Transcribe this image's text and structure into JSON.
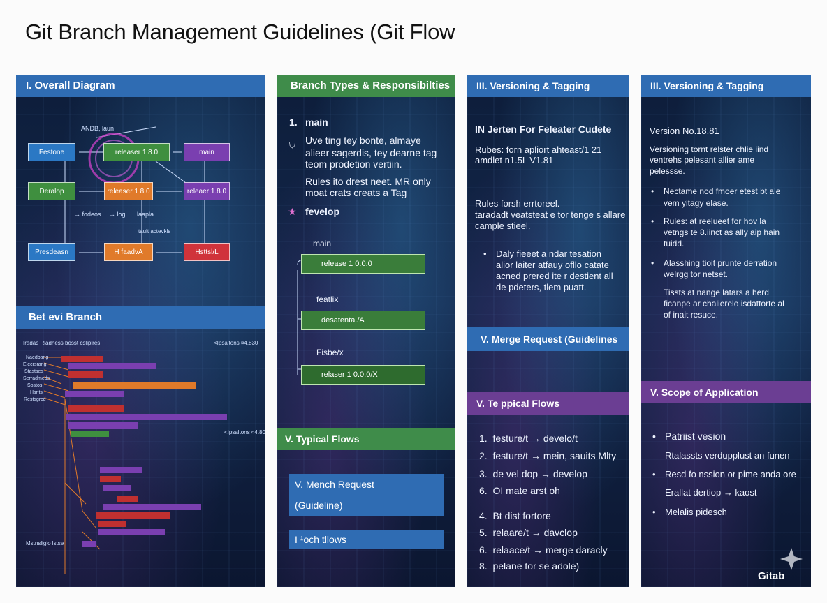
{
  "title": "Git Branch Management Guidelines (Git Flow",
  "panel1": {
    "header": "I. Overall Diagram",
    "diagram_top_label": "ANDB, laun",
    "nodes": [
      "Festone",
      "releaser 1 8.0",
      "main",
      "Deralop",
      "releaser 1 8.0",
      "releaer 1.8.0",
      "Presdeasn",
      "H faadvA",
      "Hsttsl/L"
    ],
    "side_labels": [
      "→ fodeos",
      "→ log",
      "laapla",
      "tault actevkls"
    ],
    "section2_header": "Bet evi Branch",
    "tree_left_top": "Iradas  Rladhess  bosst  csliplres",
    "tree_right_top": "<Ipsaltons  ¤4.830",
    "tree_right_mid": "<Ipsaltons  ¤4.80",
    "tree_labels": [
      "Naedbang",
      "Elecrsrang",
      "Stastses",
      "Serradmeds",
      "Sostos",
      "Hsrits",
      "Restsgrcd"
    ],
    "tree_bottom": "Mstnsliglo lstse"
  },
  "panel2": {
    "header": "Branch Types & Responsibilties",
    "num1": "1.",
    "main_title": "main",
    "main_desc": [
      "Uve ting tey bonte, almaye",
      "alieer sagerdis, tey dearne tag",
      "teom prodetion vertiin."
    ],
    "rules": [
      "Rules ito drest neet. MR only",
      "moat crats creats a Tag"
    ],
    "develop_title": "fevelop",
    "main_label": "main",
    "box1": "release 1 0.0.0",
    "fix_label": "featlix",
    "box2": "desatenta./A",
    "fisbl_label": "Fisbe/x",
    "box3": "relaser 1 0.0.0/X",
    "section5_header": "V. Typical Flows",
    "bar1": "V. Mench Request",
    "bar2": "(Guideline)",
    "bar3": "I ¹och tllows"
  },
  "panel3": {
    "header": "III. Versioning & Tagging",
    "sub_title": "IN Jerten For Feleater Cudete",
    "rules_line1": "Rubes: forn apliort ahteast/1 21",
    "rules_line2": "amdlet n1.5L V1.81",
    "rules_block": [
      "Rules forsh errtoreel.",
      "taradadt veatsteat e tor tenge s allare",
      "cample stieel."
    ],
    "bullet_block": [
      "Daly fieeet a ndar tesation",
      "alior laiter atfauy ofllo catate",
      "acned prered ite r destient all",
      "de pdeters, tlem puatt."
    ],
    "mr_header": "V. Merge Request (Guidelines",
    "flows_header": "V. Te ppical Flows",
    "flows": [
      {
        "n": "1.",
        "t": "festure/t → develo/t"
      },
      {
        "n": "2.",
        "t": "festure/t → mein, sauits Mlty"
      },
      {
        "n": "3.",
        "t": "de vel dop → develop"
      },
      {
        "n": "6.",
        "t": "OI mate arst oh"
      },
      {
        "n": "4.",
        "t": "Bt dist fortore"
      },
      {
        "n": "5.",
        "t": "relaare/t → davclop"
      },
      {
        "n": "6.",
        "t": "relaace/t → merge daracly"
      },
      {
        "n": "8.",
        "t": "pelane tor se adole)"
      }
    ]
  },
  "panel4": {
    "header": "III. Versioning & Tagging",
    "version": "Version No.18.81",
    "intro": [
      "Versioning tornt relster chlie iind",
      "ventrehs pelesant allier ame",
      "pelessse."
    ],
    "bullets": [
      [
        "Nectame nod fmoer etest bt ale",
        "vem yitagy elase."
      ],
      [
        "Rules: at reelueet for hov la",
        "vetngs te 8.iinct as ally aip hain",
        "tuidd."
      ],
      [
        "Alasshing tioit prunte derration",
        "welrgg tor netset."
      ]
    ],
    "extra": [
      "Tissts at nange latars a herd",
      "ficanpe ar chalierelo isdattorte al",
      "of inait resuce."
    ],
    "scope_header": "V. Scope of Application",
    "scope_items": [
      {
        "bullet": true,
        "t": "Patriist vesion"
      },
      {
        "bullet": false,
        "t": "Rtalassts verdupplust an funen"
      },
      {
        "bullet": true,
        "t": "Resd fo nssion or pime anda ore"
      },
      {
        "bullet": false,
        "t": "Erallat dertiop → kaost"
      },
      {
        "bullet": true,
        "t": "Melalis pidesch"
      }
    ],
    "logo_text": "Gitab"
  },
  "colors": {
    "blue": "#2f6cb3",
    "green": "#3f8c4a",
    "purple": "#6b3e93"
  }
}
